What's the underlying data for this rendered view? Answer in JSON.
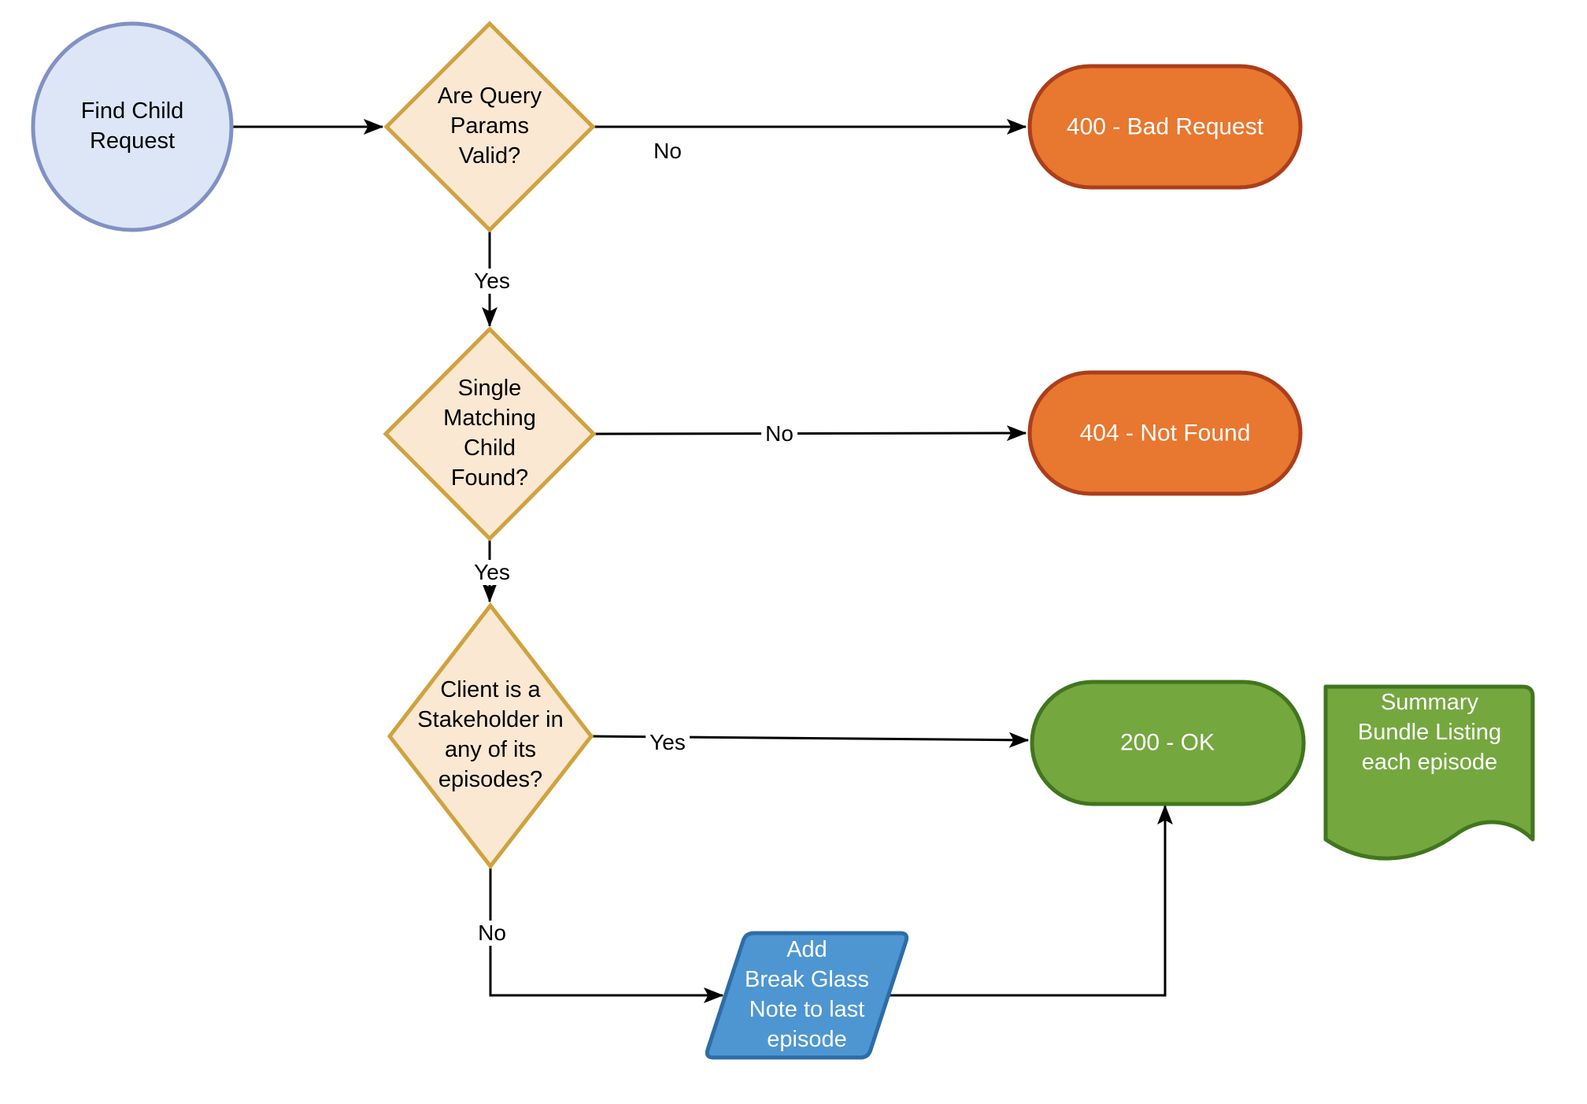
{
  "diagram": {
    "type": "flowchart",
    "background": "#ffffff"
  },
  "colors": {
    "start_fill": "#DCE6F7",
    "start_stroke": "#8191C5",
    "decision_fill": "#FAE8D2",
    "decision_stroke": "#D0A23F",
    "error_fill": "#E8772F",
    "error_stroke": "#AC3E1B",
    "success_fill": "#75A73F",
    "success_stroke": "#41761D",
    "process_fill": "#4D96D2",
    "process_stroke": "#2D6DA7",
    "edge_color": "#000000",
    "text_dark": "#000000",
    "text_light": "#FFFFFF"
  },
  "nodes": {
    "start": {
      "label": "Find Child\nRequest",
      "shape": "ellipse"
    },
    "decision_query_params": {
      "label": "Are Query\nParams\nValid?",
      "shape": "diamond"
    },
    "bad_request": {
      "label": "400 - Bad Request",
      "shape": "stadium"
    },
    "decision_matching_child": {
      "label": "Single\nMatching\nChild\nFound?",
      "shape": "diamond"
    },
    "not_found": {
      "label": "404 - Not Found",
      "shape": "stadium"
    },
    "decision_stakeholder": {
      "label": "Client is a\nStakeholder in\nany of its\nepisodes?",
      "shape": "diamond"
    },
    "ok": {
      "label": "200 - OK",
      "shape": "stadium"
    },
    "summary_bundle": {
      "label": "Summary\nBundle Listing\neach episode",
      "shape": "document"
    },
    "break_glass": {
      "label": "Add\nBreak Glass\nNote to last\nepisode",
      "shape": "parallelogram"
    }
  },
  "edges": {
    "query_params_no": {
      "label": "No"
    },
    "query_params_yes": {
      "label": "Yes"
    },
    "matching_child_no": {
      "label": "No"
    },
    "matching_child_yes": {
      "label": "Yes"
    },
    "stakeholder_yes": {
      "label": "Yes"
    },
    "stakeholder_no": {
      "label": "No"
    }
  }
}
